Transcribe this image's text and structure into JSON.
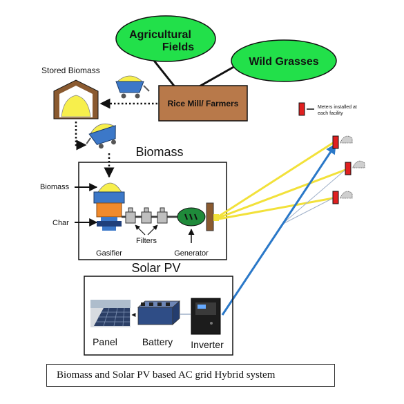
{
  "labels": {
    "agricultural_fields": "Agricultural Fields",
    "wild_grasses": "Wild Grasses",
    "rice_mill": "Rice Mill/ Farmers",
    "stored_biomass": "Stored Biomass",
    "meters_note_line1": "Meters installed at",
    "meters_note_line2": "each facility",
    "biomass_title": "Biomass",
    "biomass_input": "Biomass",
    "char_output": "Char",
    "gasifier": "Gasifier",
    "filters": "Filters",
    "generator": "Generator",
    "solar_title": "Solar PV",
    "panel": "Panel",
    "battery": "Battery",
    "inverter": "Inverter"
  },
  "caption": "Biomass and Solar PV based AC grid Hybrid system",
  "colors": {
    "ellipse_green": "#22e04a",
    "rice_mill_brown": "#b8794a",
    "biomass_yellow": "#f7ef4c",
    "cart_blue": "#3c78c8",
    "gasifier_orange": "#f08a2c",
    "filter_gray": "#bfbfbf",
    "generator_green": "#1f8a3a",
    "meter_red": "#e02020",
    "yellow_line": "#f2e13a",
    "blue_line": "#2a78c8"
  }
}
